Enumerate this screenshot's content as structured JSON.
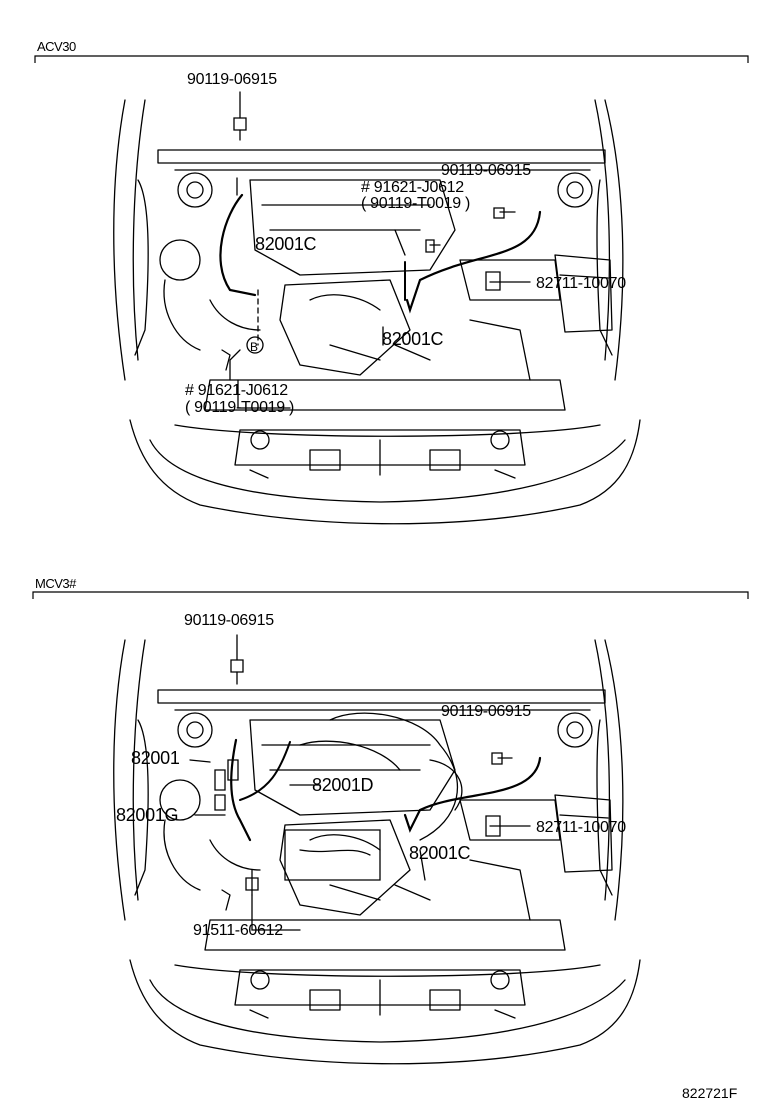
{
  "figure_id": "822721F",
  "sections": [
    {
      "code": "ACV30",
      "labels": {
        "top_bolt": "90119-06915",
        "right_bolt": "90119-06915",
        "right_hash": "# 91621-J0612",
        "right_paren": "( 90119-T0019 )",
        "wire_left": "82001C",
        "clamp": "82711-10070",
        "wire_center": "82001C",
        "left_hash": "# 91621-J0612",
        "left_paren": "( 90119-T0019 )",
        "marker": "B"
      }
    },
    {
      "code": "MCV3#",
      "labels": {
        "top_bolt": "90119-06915",
        "right_bolt": "90119-06915",
        "wire_a": "82001",
        "wire_d": "82001D",
        "wire_g": "82001G",
        "clamp": "82711-10070",
        "wire_c": "82001C",
        "bottom_bolt": "91511-60612"
      }
    }
  ],
  "colors": {
    "line": "#000000",
    "background": "#ffffff"
  }
}
